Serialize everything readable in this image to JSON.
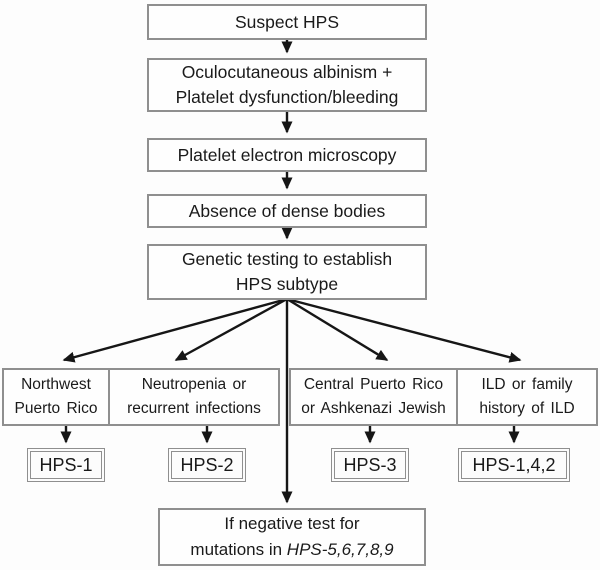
{
  "figure": "HPS diagnostic flowchart",
  "colors": {
    "background": "#fdfdfd",
    "box_border": "#8f8f8f",
    "arrow": "#161616",
    "text": "#1a1a1a"
  },
  "nodes": {
    "suspect": {
      "label": "Suspect HPS"
    },
    "albinism": {
      "line1": "Oculocutaneous albinism +",
      "line2": "Platelet dysfunction/bleeding"
    },
    "microscopy": {
      "label": "Platelet electron microscopy"
    },
    "dense_bodies": {
      "label": "Absence of dense bodies"
    },
    "genetic_testing": {
      "line1": "Genetic testing to establish",
      "line2": "HPS subtype"
    }
  },
  "branches": [
    {
      "line1": "Northwest",
      "line2": "Puerto Rico",
      "result": "HPS-1"
    },
    {
      "line1": "Neutropenia or",
      "line2": "recurrent infections",
      "result": "HPS-2"
    },
    {
      "line1": "Central Puerto Rico",
      "line2": "or Ashkenazi Jewish",
      "result": "HPS-3"
    },
    {
      "line1": "ILD or family",
      "line2": "history of ILD",
      "result": "HPS-1,4,2"
    }
  ],
  "negative_test": {
    "line1": "If negative test for",
    "line2_prefix": "mutations in ",
    "line2_genes": "HPS-5,6,7,8,9"
  }
}
